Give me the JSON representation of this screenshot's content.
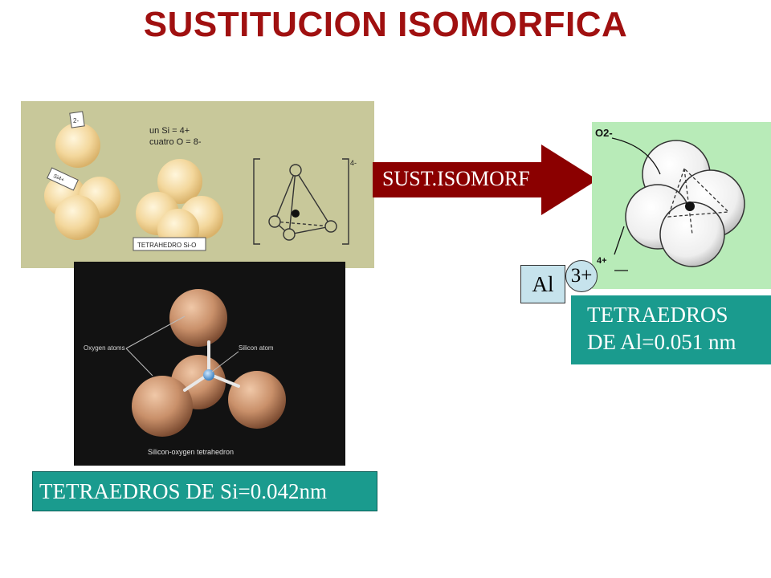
{
  "slide": {
    "title": "SUSTITUCION ISOMORFICA",
    "arrow_label": "SUST.ISOMORF",
    "si_box": "TETRAEDROS DE Si=0.042nm",
    "al_label": "Al",
    "charge_label": "3+",
    "al_box_line1": "TETRAEDROS",
    "al_box_line2": "DE Al=0.051 nm"
  },
  "panel_a": {
    "tag_charge": "2-",
    "tag_label": "Si4+",
    "note_line1": "un Si = 4+",
    "note_line2": "cuatro O = 8-",
    "caption": "TETRAHEDRO Si-O",
    "bracket_charge": "4-"
  },
  "panel_b": {
    "label_oxygen": "Oxygen atoms",
    "label_silicon": "Silicon atom",
    "caption": "Silicon-oxygen tetrahedron"
  },
  "panel_c": {
    "label_top": "O2-",
    "label_bottom": "4+"
  },
  "colors": {
    "title": "#a01010",
    "arrow": "#8b0000",
    "teal_box": "#1a9b8e",
    "light_blue": "#c6e3ec"
  }
}
